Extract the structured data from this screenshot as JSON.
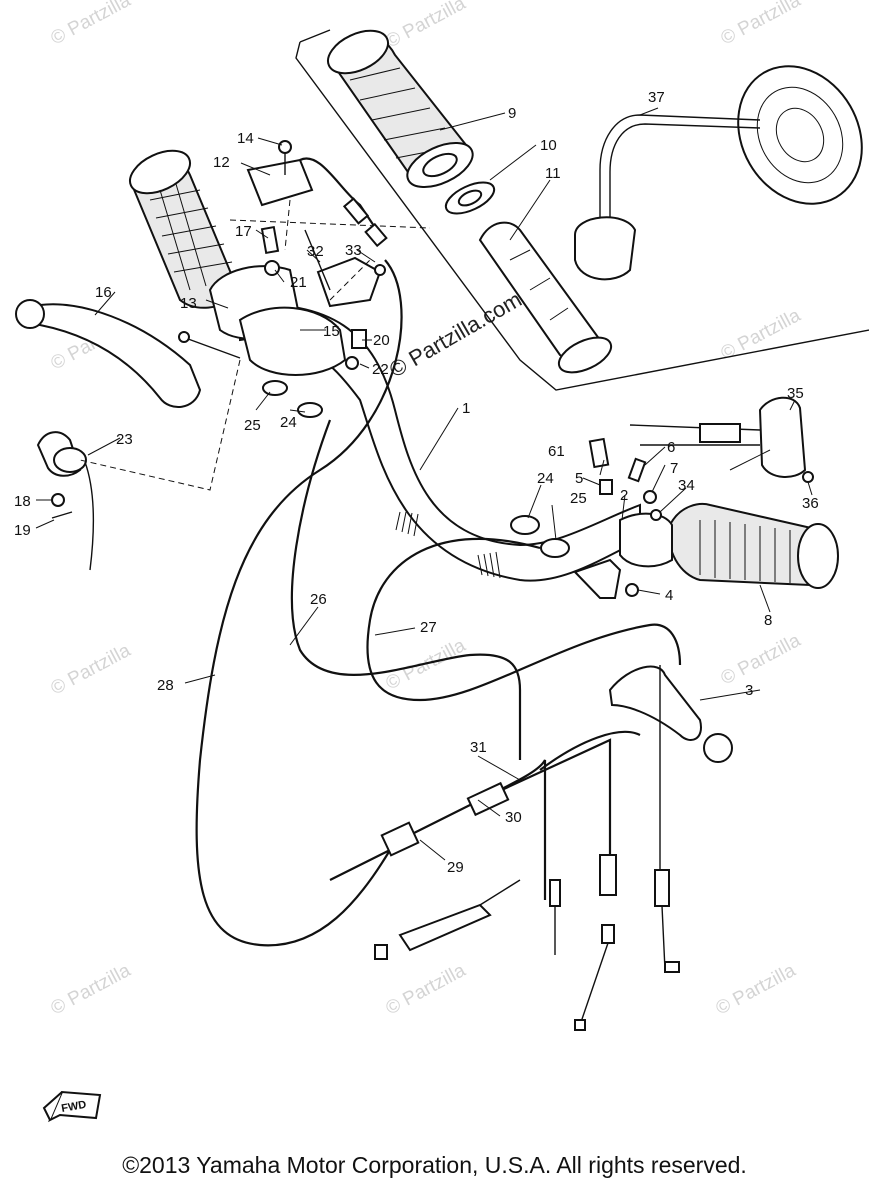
{
  "watermark": "© Partzilla",
  "watermark_dark": "© Partzilla.com",
  "fwd_label": "FWD",
  "copyright": "©2013 Yamaha Motor Corporation, U.S.A. All rights reserved.",
  "callouts": {
    "c1": "1",
    "c2": "2",
    "c3": "3",
    "c4": "4",
    "c5": "5",
    "c6": "6",
    "c7": "7",
    "c8": "8",
    "c9": "9",
    "c10": "10",
    "c11": "11",
    "c12": "12",
    "c13": "13",
    "c14": "14",
    "c15": "15",
    "c16": "16",
    "c17": "17",
    "c18": "18",
    "c19": "19",
    "c20": "20",
    "c21": "21",
    "c22": "22",
    "c23": "23",
    "c24a": "24",
    "c24b": "24",
    "c25a": "25",
    "c25b": "25",
    "c26": "26",
    "c27": "27",
    "c28": "28",
    "c29": "29",
    "c30": "30",
    "c31": "31",
    "c32": "32",
    "c33": "33",
    "c34": "34",
    "c35": "35",
    "c36": "36",
    "c37": "37",
    "c61": "61"
  }
}
